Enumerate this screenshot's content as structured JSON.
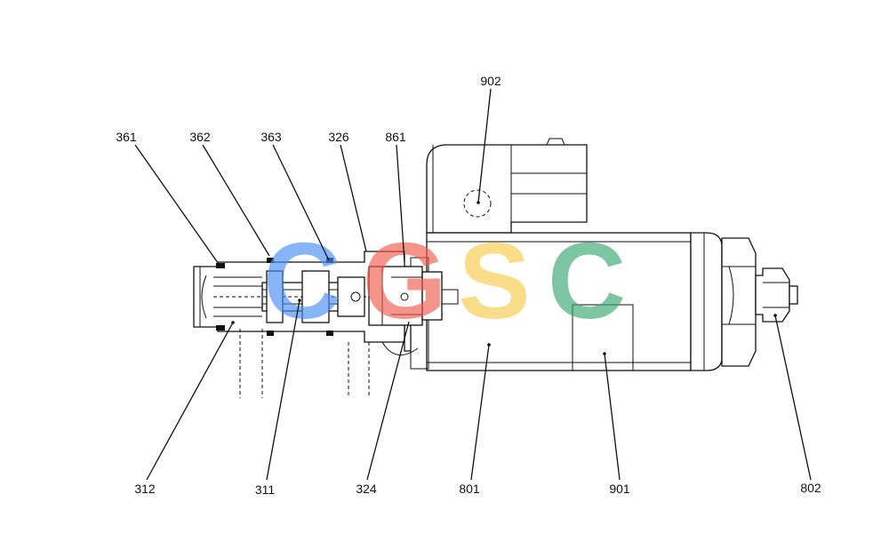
{
  "diagram": {
    "labels": {
      "l361": "361",
      "l362": "362",
      "l363": "363",
      "l326": "326",
      "l861": "861",
      "l902": "902",
      "l312": "312",
      "l311": "311",
      "l324": "324",
      "l801": "801",
      "l901": "901",
      "l802": "802"
    },
    "watermark": {
      "letters": [
        "C",
        "G",
        "S",
        "C"
      ],
      "colors": [
        "#4a8df5",
        "#ef5b4c",
        "#f8cc4a",
        "#3aa873"
      ]
    }
  }
}
